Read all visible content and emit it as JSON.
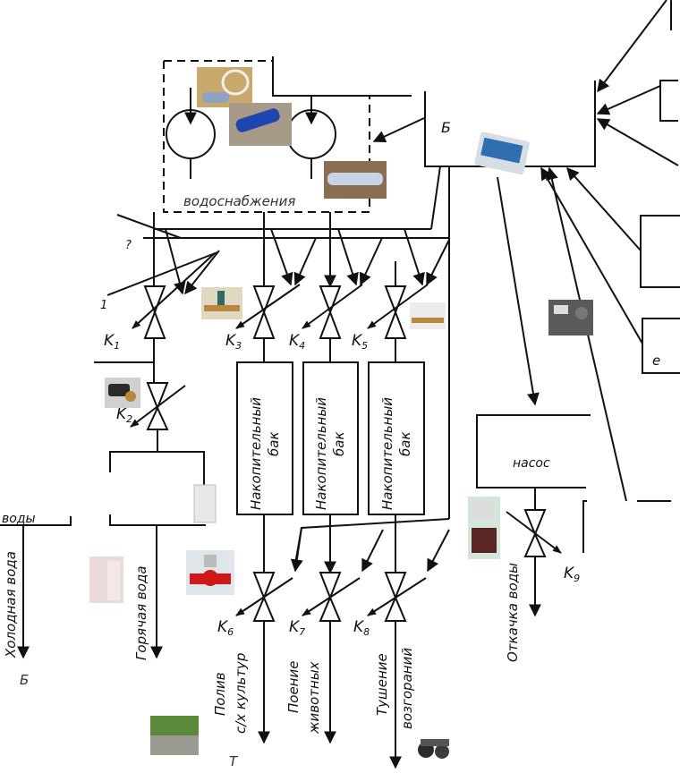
{
  "diagram": {
    "title": "Схема водоснабжения с контроллером",
    "pump_group_label": "водоснабжения",
    "controller_label": "Б",
    "tanks": [
      {
        "line1": "Накопительный",
        "line2": "бак"
      },
      {
        "line1": "Накопительный",
        "line2": "бак"
      },
      {
        "line1": "Накопительный",
        "line2": "бак"
      }
    ],
    "valves": {
      "k1": {
        "main": "K",
        "sub": "1"
      },
      "k2": {
        "main": "K",
        "sub": "2"
      },
      "k3": {
        "main": "K",
        "sub": "3"
      },
      "k4": {
        "main": "K",
        "sub": "4"
      },
      "k5": {
        "main": "K",
        "sub": "5"
      },
      "k6": {
        "main": "K",
        "sub": "6"
      },
      "k7": {
        "main": "K",
        "sub": "7"
      },
      "k8": {
        "main": "K",
        "sub": "8"
      },
      "k9": {
        "main": "K",
        "sub": "9"
      }
    },
    "outputs": {
      "cold_water": "Холодная вода",
      "hot_water": "Горячая вода",
      "irrigation_1": "Полив",
      "irrigation_2": "с/х культур",
      "watering_1": "Поение",
      "watering_2": "животных",
      "firefight_1": "Тушение",
      "firefight_2": "возгораний",
      "pump_out": "Откачка воды"
    },
    "drain_pump_label": "насос",
    "cold_box_label": "воды",
    "bottom_left_partial": "Б",
    "bottom_center_partial": "Т",
    "right_box_partial": "е",
    "left_mark_1": "?",
    "left_mark_2": "1"
  }
}
